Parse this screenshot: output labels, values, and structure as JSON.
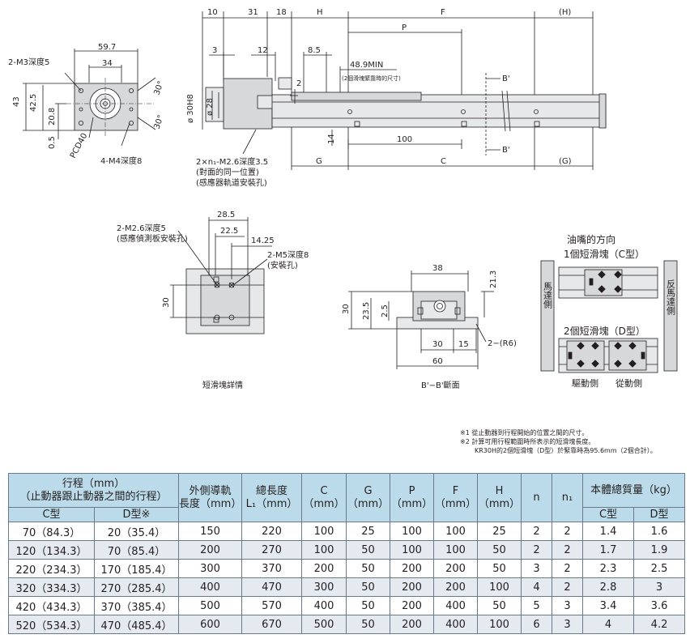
{
  "front_view": {
    "labels": {
      "d597": "59.7",
      "d34": "34",
      "m3": "2-M3深度5",
      "d43": "43",
      "d425": "42.5",
      "d208": "20.8",
      "d05": "0.5",
      "pcd": "PCD40",
      "m4": "4-M4深度8",
      "a30a": "30°",
      "a30b": "30°"
    }
  },
  "side_view": {
    "labels": {
      "d10": "10",
      "d31": "31",
      "d18": "18",
      "dH": "H",
      "dF": "F",
      "dHp": "(H)",
      "dP": "P",
      "d3": "3",
      "d12": "12",
      "d85": "8.5",
      "d489": "48.9MIN",
      "note_min": "(2個滑塊緊靠時的尺寸)",
      "d2": "2",
      "d30h8": "ø 30H8",
      "d28": "ø 28",
      "d14": "14",
      "d100": "100",
      "bp1": "B'",
      "bp2": "B'",
      "dG": "G",
      "dC": "C",
      "dGp": "(G)",
      "m26_1": "2×n₁-M2.6深度3.5",
      "m26_2": "(對面的同一位置)",
      "m26_3": "(感應器軌道安裝孔)"
    }
  },
  "slider_detail": {
    "caption": "短滑塊詳情",
    "labels": {
      "m26_1": "2-M2.6深度5",
      "m26_2": "(感應偵測板安裝孔)",
      "d285": "28.5",
      "d225": "22.5",
      "d1425": "14.25",
      "m5_1": "2-M5深度8",
      "m5_2": "(安裝孔)",
      "d30": "30"
    }
  },
  "section_view": {
    "caption": "B'−B'斷面",
    "labels": {
      "d38": "38",
      "d213": "21.3",
      "d30": "30",
      "d235": "23.5",
      "d25": "2.5",
      "d30b": "30",
      "d15": "15",
      "r6": "2−(R6)",
      "d60": "60"
    }
  },
  "nipple_diagram": {
    "title": "油嘴的方向",
    "c_type": "1個短滑塊（C型）",
    "d_type": "2個短滑塊（D型）",
    "motor_side": "馬達側",
    "opposite_side": "反馬達側",
    "drive_side": "驅動側",
    "driven_side": "從動側"
  },
  "notes": {
    "note1": "※1 從止動器到行程開始的位置之間的尺寸。",
    "note2": "※2 計算可用行程範圍時所表示的短滑塊長度。",
    "note3": "KR30H的2個短滑塊（D型）於緊靠時為95.6mm（2個合計）。"
  },
  "table": {
    "h_stroke_1": "行程（mm）",
    "h_stroke_2": "（止動器跟止動器之間的行程）",
    "h_c_type": "C型",
    "h_d_type": "D型※",
    "h_rail_1": "外側導軌",
    "h_rail_2": "長度（mm）",
    "h_total_1": "總長度",
    "h_total_2": "L₁（mm）",
    "h_C_1": "C",
    "h_C_2": "（mm）",
    "h_G_1": "G",
    "h_G_2": "（mm）",
    "h_P_1": "P",
    "h_P_2": "（mm）",
    "h_F_1": "F",
    "h_F_2": "（mm）",
    "h_H_1": "H",
    "h_H_2": "（mm）",
    "h_n": "n",
    "h_n1": "n₁",
    "h_mass": "本體總質量（kg）",
    "h_mass_c": "C型",
    "h_mass_d": "D型",
    "rows": [
      [
        "70（84.3）",
        "20（35.4）",
        "150",
        "220",
        "100",
        "25",
        "100",
        "100",
        "25",
        "2",
        "2",
        "1.4",
        "1.6"
      ],
      [
        "120（134.3）",
        "70（85.4）",
        "200",
        "270",
        "100",
        "50",
        "100",
        "100",
        "50",
        "2",
        "2",
        "1.7",
        "1.9"
      ],
      [
        "220（234.3）",
        "170（185.4）",
        "300",
        "370",
        "200",
        "50",
        "200",
        "200",
        "50",
        "3",
        "2",
        "2.3",
        "2.5"
      ],
      [
        "320（334.3）",
        "270（285.4）",
        "400",
        "470",
        "300",
        "50",
        "200",
        "200",
        "100",
        "4",
        "2",
        "2.8",
        "3"
      ],
      [
        "420（434.3）",
        "370（385.4）",
        "500",
        "570",
        "400",
        "50",
        "200",
        "400",
        "50",
        "5",
        "3",
        "3.4",
        "3.6"
      ],
      [
        "520（534.3）",
        "470（485.4）",
        "600",
        "670",
        "500",
        "50",
        "200",
        "400",
        "100",
        "6",
        "3",
        "4",
        "4.2"
      ]
    ]
  },
  "colors": {
    "line": "#231f20",
    "header_bg": "#bcdbea",
    "stripe_bg": "#e4eaf0",
    "part_fill": "#d6d8da",
    "rail_fill": "#e7e8ea"
  }
}
